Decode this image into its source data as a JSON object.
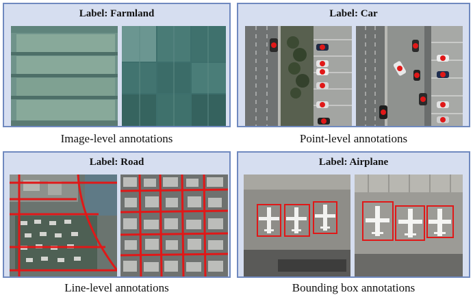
{
  "panels": [
    {
      "title": "Label: Farmland",
      "caption": "Image-level annotations"
    },
    {
      "title": "Label: Car",
      "caption": "Point-level annotations"
    },
    {
      "title": "Label: Road",
      "caption": "Line-level annotations"
    },
    {
      "title": "Label: Airplane",
      "caption": "Bounding box annotations"
    }
  ],
  "colors": {
    "panel_bg": "#d6def0",
    "panel_border": "#6f89bf",
    "annotation": "#e01818"
  }
}
